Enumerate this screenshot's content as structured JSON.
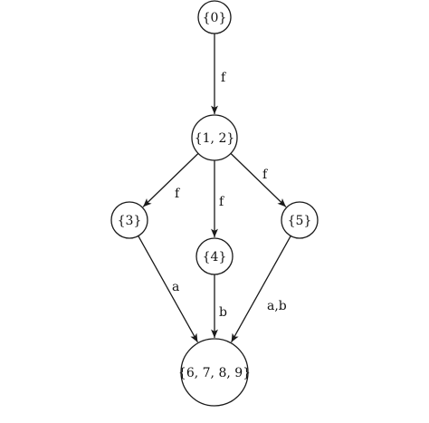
{
  "nodes": [
    {
      "id": "n0",
      "label": "{0}"
    },
    {
      "id": "n12",
      "label": "{1, 2}"
    },
    {
      "id": "n3",
      "label": "{3}"
    },
    {
      "id": "n4",
      "label": "{4}"
    },
    {
      "id": "n5",
      "label": "{5}"
    },
    {
      "id": "n6789",
      "label": "{6, 7, 8, 9}"
    }
  ],
  "edges": [
    {
      "id": "e0",
      "from": "n0",
      "to": "n12",
      "label": "f"
    },
    {
      "id": "e1",
      "from": "n12",
      "to": "n3",
      "label": "f"
    },
    {
      "id": "e2",
      "from": "n12",
      "to": "n4",
      "label": "f"
    },
    {
      "id": "e3",
      "from": "n12",
      "to": "n5",
      "label": "f"
    },
    {
      "id": "e4",
      "from": "n3",
      "to": "n6789",
      "label": "a"
    },
    {
      "id": "e5",
      "from": "n4",
      "to": "n6789",
      "label": "b"
    },
    {
      "id": "e6",
      "from": "n5",
      "to": "n6789",
      "label": "a,b"
    }
  ]
}
